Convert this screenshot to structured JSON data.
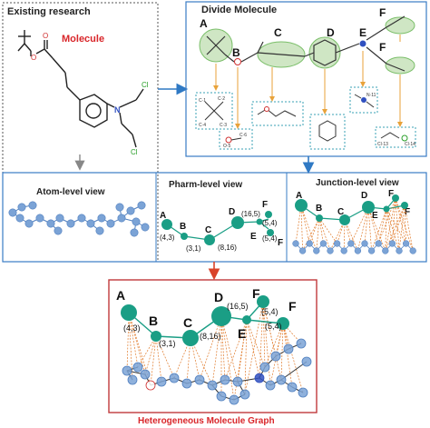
{
  "colors": {
    "node": "#1a9e85",
    "node_stroke": "#0e6e5c",
    "atom": "#7ba3d6",
    "atom_stroke": "#4f7fbf",
    "arrow_blue": "#2f79c4",
    "arrow_red": "#d9432a",
    "dash": "#e07a2a",
    "red_text": "#d9262a",
    "panel_blue": "#3a7cc4",
    "panel_red": "#c0393b",
    "highlight": "#cfe6c4",
    "chlorine": "#2aa02a",
    "oxygen": "#d03030",
    "nitrogen": "#3050c0"
  },
  "existing": {
    "title": "Existing research",
    "molecule_label": "Molecule",
    "atom_o1": "O",
    "atom_o2": "O",
    "atom_n": "N",
    "atom_cl1": "Cl",
    "atom_cl2": "Cl"
  },
  "divide": {
    "title": "Divide Molecule",
    "labels": [
      "A",
      "B",
      "C",
      "D",
      "E",
      "F",
      "F"
    ],
    "frag_a": [
      "C·1",
      "C·2",
      "C·3",
      "C·4"
    ],
    "frag_b": [
      "O·5",
      "C·6"
    ],
    "frag_e": [
      "N·11"
    ],
    "frag_f": [
      "Cl·13",
      "Cl·14"
    ]
  },
  "views": {
    "atom_title": "Atom-level view",
    "pharm_title": "Pharm-level view",
    "junction_title": "Junction-level view"
  },
  "pharm": {
    "labels": [
      "A",
      "B",
      "C",
      "D",
      "E",
      "F",
      "F"
    ],
    "tuples": [
      "(4,3)",
      "(3,1)",
      "(8,16)",
      "(16,5)",
      "(5,4)",
      "(5,4)"
    ]
  },
  "junction": {
    "labels": [
      "A",
      "B",
      "C",
      "D",
      "E",
      "F",
      "F"
    ]
  },
  "hetero": {
    "labels": [
      "A",
      "B",
      "C",
      "D",
      "E",
      "F",
      "F"
    ],
    "tuples": [
      "(4,3)",
      "(3,1)",
      "(8,16)",
      "(16,5)",
      "(5,4)",
      "(5,4)"
    ],
    "caption": "Heterogeneous Molecule Graph"
  }
}
